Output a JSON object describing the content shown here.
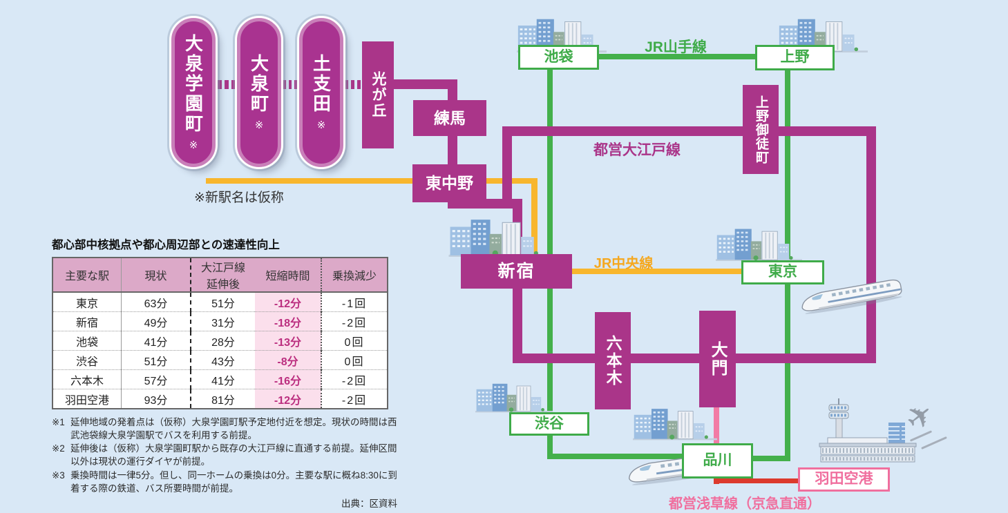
{
  "colors": {
    "background": "#d9e8f6",
    "oedo_magenta": "#aa3589",
    "jr_green": "#3fab49",
    "chuo_yellow": "#f8b62d",
    "asakusa_pink": "#f06f9e",
    "keikyu_red": "#dc3a2d",
    "daimon_shinagawa_pink": "#f27ba5"
  },
  "extension": {
    "new_stations": [
      {
        "name": "大泉学園町",
        "mark": "※"
      },
      {
        "name": "大泉町",
        "mark": "※"
      },
      {
        "name": "土支田",
        "mark": "※"
      }
    ],
    "note": "※新駅名は仮称"
  },
  "stations": {
    "hikarigaoka": "光が丘",
    "nerima": "練馬",
    "higashi_nakano": "東中野",
    "shinjuku": "新宿",
    "roppongi": "六本木",
    "daimon": "大門",
    "ueno_okachimachi": "上野御徒町",
    "ikebukuro": "池袋",
    "ueno": "上野",
    "tokyo": "東京",
    "shibuya": "渋谷",
    "shinagawa": "品川",
    "haneda_airport": "羽田空港"
  },
  "lines": {
    "yamanote": "JR山手線",
    "oedo": "都営大江戸線",
    "chuo": "JR中央線",
    "asakusa": "都営浅草線（京急直通）"
  },
  "table": {
    "title": "都心部中核拠点や都心周辺部との速達性向上",
    "headers": [
      "主要な駅",
      "現状",
      "大江戸線\n延伸後",
      "短縮時間",
      "乗換減少"
    ],
    "rows": [
      {
        "station": "東京",
        "current": "63分",
        "after": "51分",
        "saved": "-12分",
        "transfers": "-1回"
      },
      {
        "station": "新宿",
        "current": "49分",
        "after": "31分",
        "saved": "-18分",
        "transfers": "-2回"
      },
      {
        "station": "池袋",
        "current": "41分",
        "after": "28分",
        "saved": "-13分",
        "transfers": "0回"
      },
      {
        "station": "渋谷",
        "current": "51分",
        "after": "43分",
        "saved": "-8分",
        "transfers": "0回"
      },
      {
        "station": "六本木",
        "current": "57分",
        "after": "41分",
        "saved": "-16分",
        "transfers": "-2回"
      },
      {
        "station": "羽田空港",
        "current": "93分",
        "after": "81分",
        "saved": "-12分",
        "transfers": "-2回"
      }
    ]
  },
  "footnotes": [
    {
      "mark": "※1",
      "text": "延伸地域の発着点は（仮称）大泉学園町駅予定地付近を想定。現状の時間は西武池袋線大泉学園駅でバスを利用する前提。"
    },
    {
      "mark": "※2",
      "text": "延伸後は（仮称）大泉学園町駅から既存の大江戸線に直通する前提。延伸区間以外は現状の運行ダイヤが前提。"
    },
    {
      "mark": "※3",
      "text": "乗換時間は一律5分。但し、同一ホームの乗換は0分。主要な駅に概ね8:30に到着する際の鉄道、バス所要時間が前提。"
    }
  ],
  "source": "出典：区資料"
}
